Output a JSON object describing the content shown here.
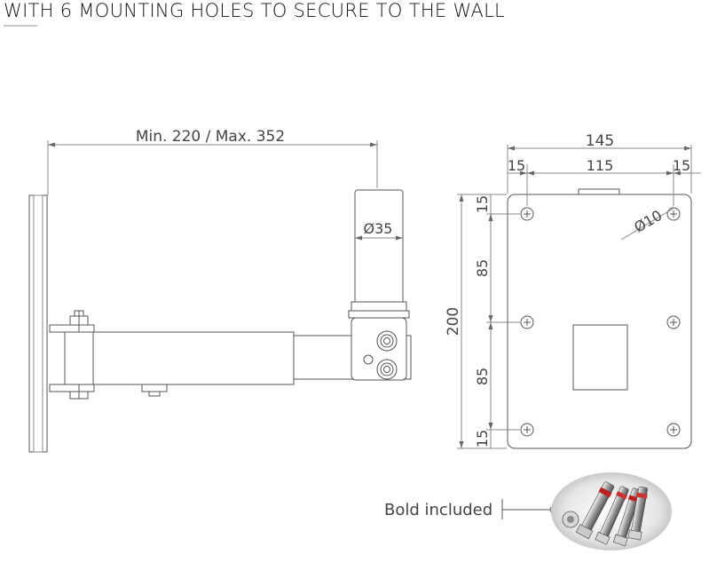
{
  "header": {
    "title": "WITH 6 MOUNTING HOLES TO SECURE TO THE WALL"
  },
  "side_view": {
    "arm_length_label": "Min. 220 / Max. 352",
    "pole_diameter_label": "Ø35"
  },
  "plate_view": {
    "width_label": "145",
    "left_margin_label": "15",
    "hole_spacing_label": "115",
    "right_margin_label": "15",
    "hole_diameter_label": "Ø10",
    "height_label": "200",
    "top_margin_label": "15",
    "upper_spacing_label": "85",
    "lower_spacing_label": "85",
    "bottom_margin_label": "15"
  },
  "accessory": {
    "label": "Bold included"
  },
  "colors": {
    "line": "#555555",
    "text": "#444444",
    "heading": "#111111"
  }
}
